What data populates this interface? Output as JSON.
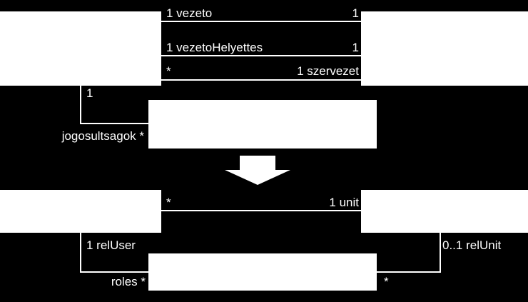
{
  "top": {
    "associations": [
      {
        "left_end": "1 vezeto",
        "right_end": "1"
      },
      {
        "left_end": "1 vezetoHelyettes",
        "right_end": "1"
      },
      {
        "left_end": "*",
        "right_end": "1 szervezet"
      }
    ],
    "link_owner_end": "1",
    "link_target_end": "jogosultsagok *"
  },
  "bottom": {
    "association": {
      "left_end": "*",
      "right_end": "1 unit"
    },
    "user_link_owner_end": "1 relUser",
    "user_link_target_end": "roles *",
    "unit_link_owner_end": "0..1 relUnit",
    "unit_link_target_end": "*"
  },
  "colors": {
    "background": "#000000",
    "foreground": "#ffffff"
  }
}
